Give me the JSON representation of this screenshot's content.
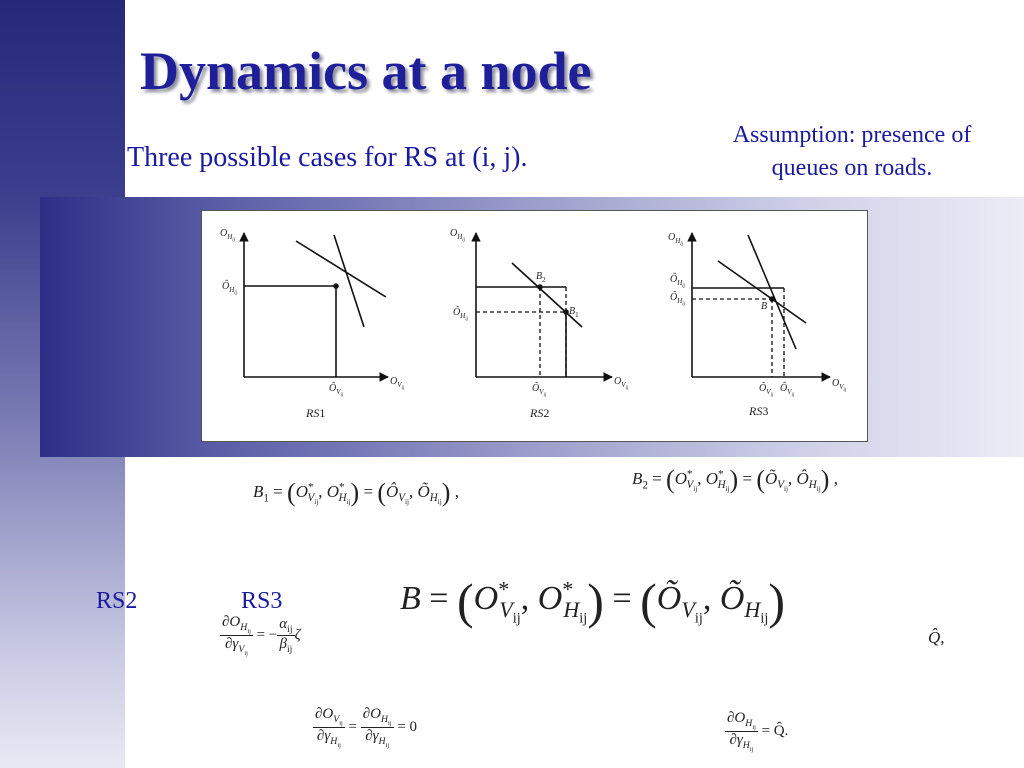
{
  "slide": {
    "title": "Dynamics at a node",
    "subtitle": "Three possible cases for RS at (i, j).",
    "assumption": "Assumption: presence of queues on roads."
  },
  "figure": {
    "panels": [
      {
        "label": "RS1",
        "y_axis": "O_Hij",
        "x_axis": "O_Vij",
        "y_tick": "Ô_Hij",
        "x_tick": "Ô_Vij"
      },
      {
        "label": "RS2",
        "y_axis": "O_Hij",
        "x_axis": "O_Vij",
        "y_tick": "Õ_Hij",
        "x_tick": "Õ_Vij",
        "points": [
          "B2",
          "B1"
        ]
      },
      {
        "label": "RS3",
        "y_axis": "O_Hij",
        "x_axis": "O_Vij",
        "y_ticks": [
          "Ô_Hij",
          "Õ_Hij"
        ],
        "x_ticks": [
          "Õ_Vij",
          "Ô_Vij"
        ],
        "points": [
          "B"
        ]
      }
    ]
  },
  "equations": {
    "b1": "B1 = (O*Vij, O*Hij) = (ÔVij, ÕHij),",
    "b2": "B2 = (O*Vij, O*Hij) = (ÕVij, ÔHij),",
    "b": "B = (O*Vij, O*Hij) = (ÕVij, ÕHij)",
    "rs2_label": "RS2",
    "rs3_label": "RS3",
    "q_hat_comma": "Q̂,",
    "deriv_zero": "= 0",
    "deriv_q": "= Q̂."
  }
}
